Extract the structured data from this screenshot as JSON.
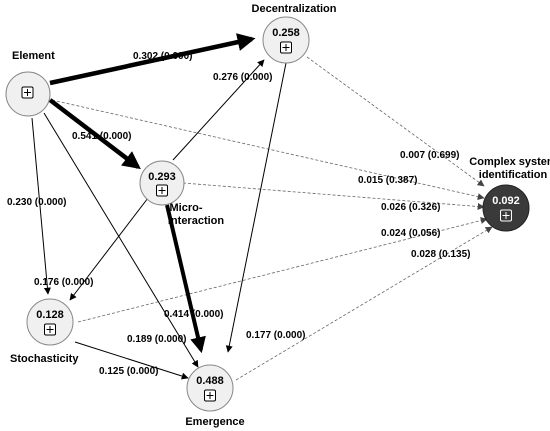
{
  "colors": {
    "node_fill": "#f0f0f0",
    "node_stroke": "#888888",
    "target_fill": "#3a3a3a",
    "edge": "#000000",
    "edge_dashed": "#666666"
  },
  "nodes": {
    "element": {
      "label": "Element",
      "value": "",
      "icon": "plus-box-icon"
    },
    "decentralization": {
      "label": "Decentralization",
      "value": "0.258",
      "icon": "plus-box-icon"
    },
    "micro": {
      "label_line1": "Micro-",
      "label_line2": "Interaction",
      "value": "0.293",
      "icon": "plus-box-icon"
    },
    "stochasticity": {
      "label": "Stochasticity",
      "value": "0.128",
      "icon": "plus-box-icon"
    },
    "emergence": {
      "label": "Emergence",
      "value": "0.488",
      "icon": "plus-box-icon"
    },
    "csi": {
      "label_line1": "Complex system",
      "label_line2": "identification",
      "value": "0.092",
      "icon": "plus-box-icon"
    }
  },
  "edges": {
    "element_decentralization": "0.302 (0.000)",
    "micro_decentralization": "0.276 (0.000)",
    "element_micro": "0.541 (0.000)",
    "element_stochasticity": "0.230 (0.000)",
    "micro_stochasticity": "0.176 (0.000)",
    "micro_emergence": "0.414 (0.000)",
    "element_emergence": "0.189 (0.000)",
    "decentralization_emergence": "0.177 (0.000)",
    "stochasticity_emergence": "0.125 (0.000)",
    "decentralization_csi": "0.007 (0.699)",
    "element_csi": "0.015 (0.387)",
    "micro_csi": "0.026 (0.326)",
    "stochasticity_csi": "0.024 (0.056)",
    "emergence_csi": "0.028 (0.135)"
  }
}
